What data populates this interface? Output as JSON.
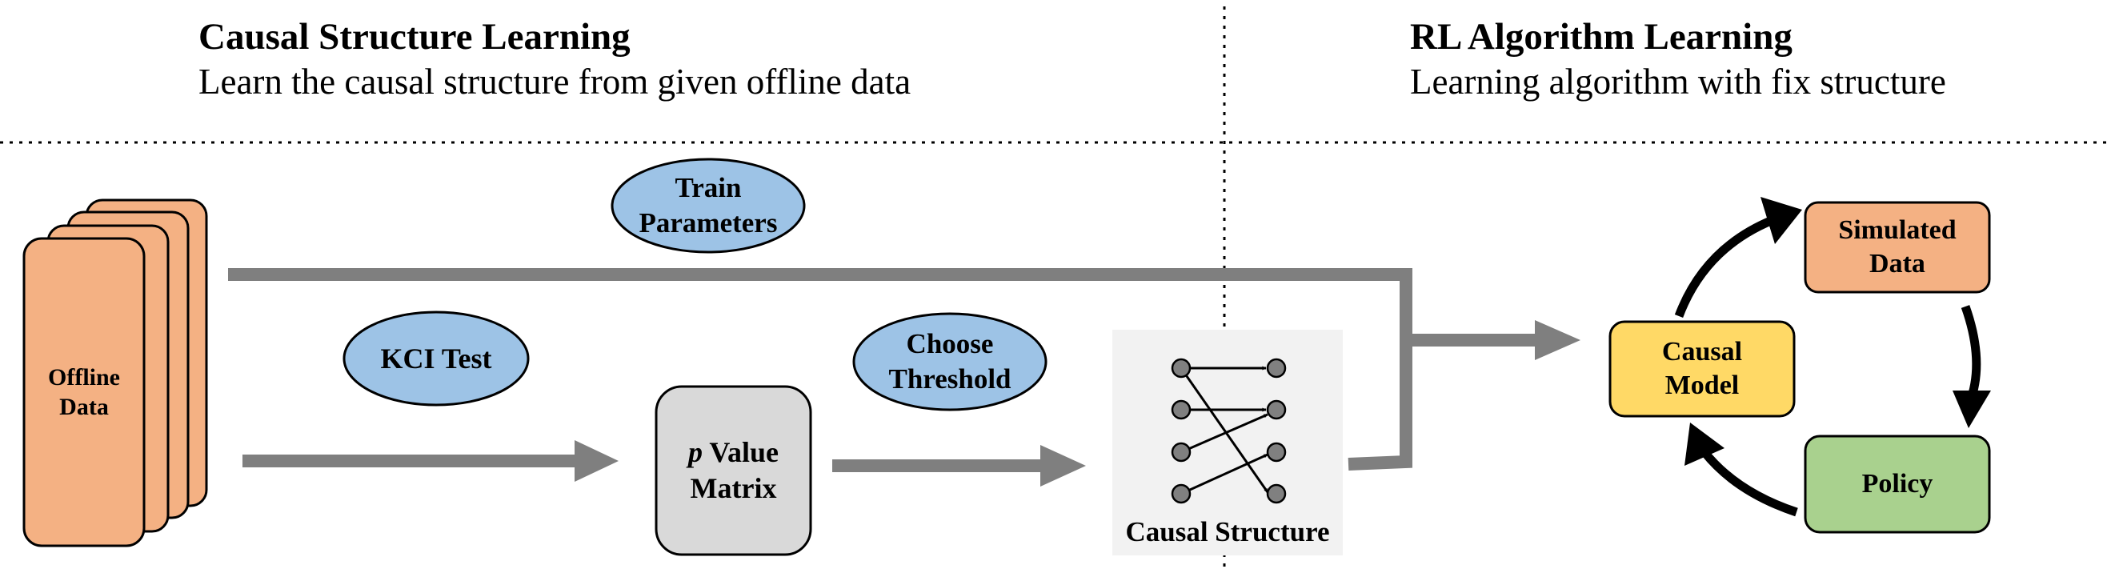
{
  "sections": {
    "left": {
      "title": "Causal Structure Learning",
      "subtitle": "Learn the causal structure from given offline data"
    },
    "right": {
      "title": "RL Algorithm Learning",
      "subtitle": "Learning algorithm with fix structure"
    }
  },
  "nodes": {
    "offline_data": {
      "line1": "Offline",
      "line2": "Data"
    },
    "train_parameters": {
      "line1": "Train",
      "line2": "Parameters"
    },
    "kci_test": {
      "label": "KCI Test"
    },
    "choose_threshold": {
      "line1": "Choose",
      "line2": "Threshold"
    },
    "p_value_matrix": {
      "italic": "p",
      "line1_rest": " Value",
      "line2": "Matrix"
    },
    "causal_structure": {
      "label": "Causal Structure"
    },
    "causal_model": {
      "line1": "Causal",
      "line2": "Model"
    },
    "simulated_data": {
      "line1": "Simulated",
      "line2": "Data"
    },
    "policy": {
      "label": "Policy"
    }
  },
  "colors": {
    "orange": "#f4b183",
    "blue": "#9dc3e6",
    "gray_box": "#d9d9d9",
    "light_gray_panel": "#f2f2f2",
    "yellow": "#ffd966",
    "green": "#a9d18e",
    "arrow_gray": "#7f7f7f",
    "node_gray": "#808080"
  }
}
